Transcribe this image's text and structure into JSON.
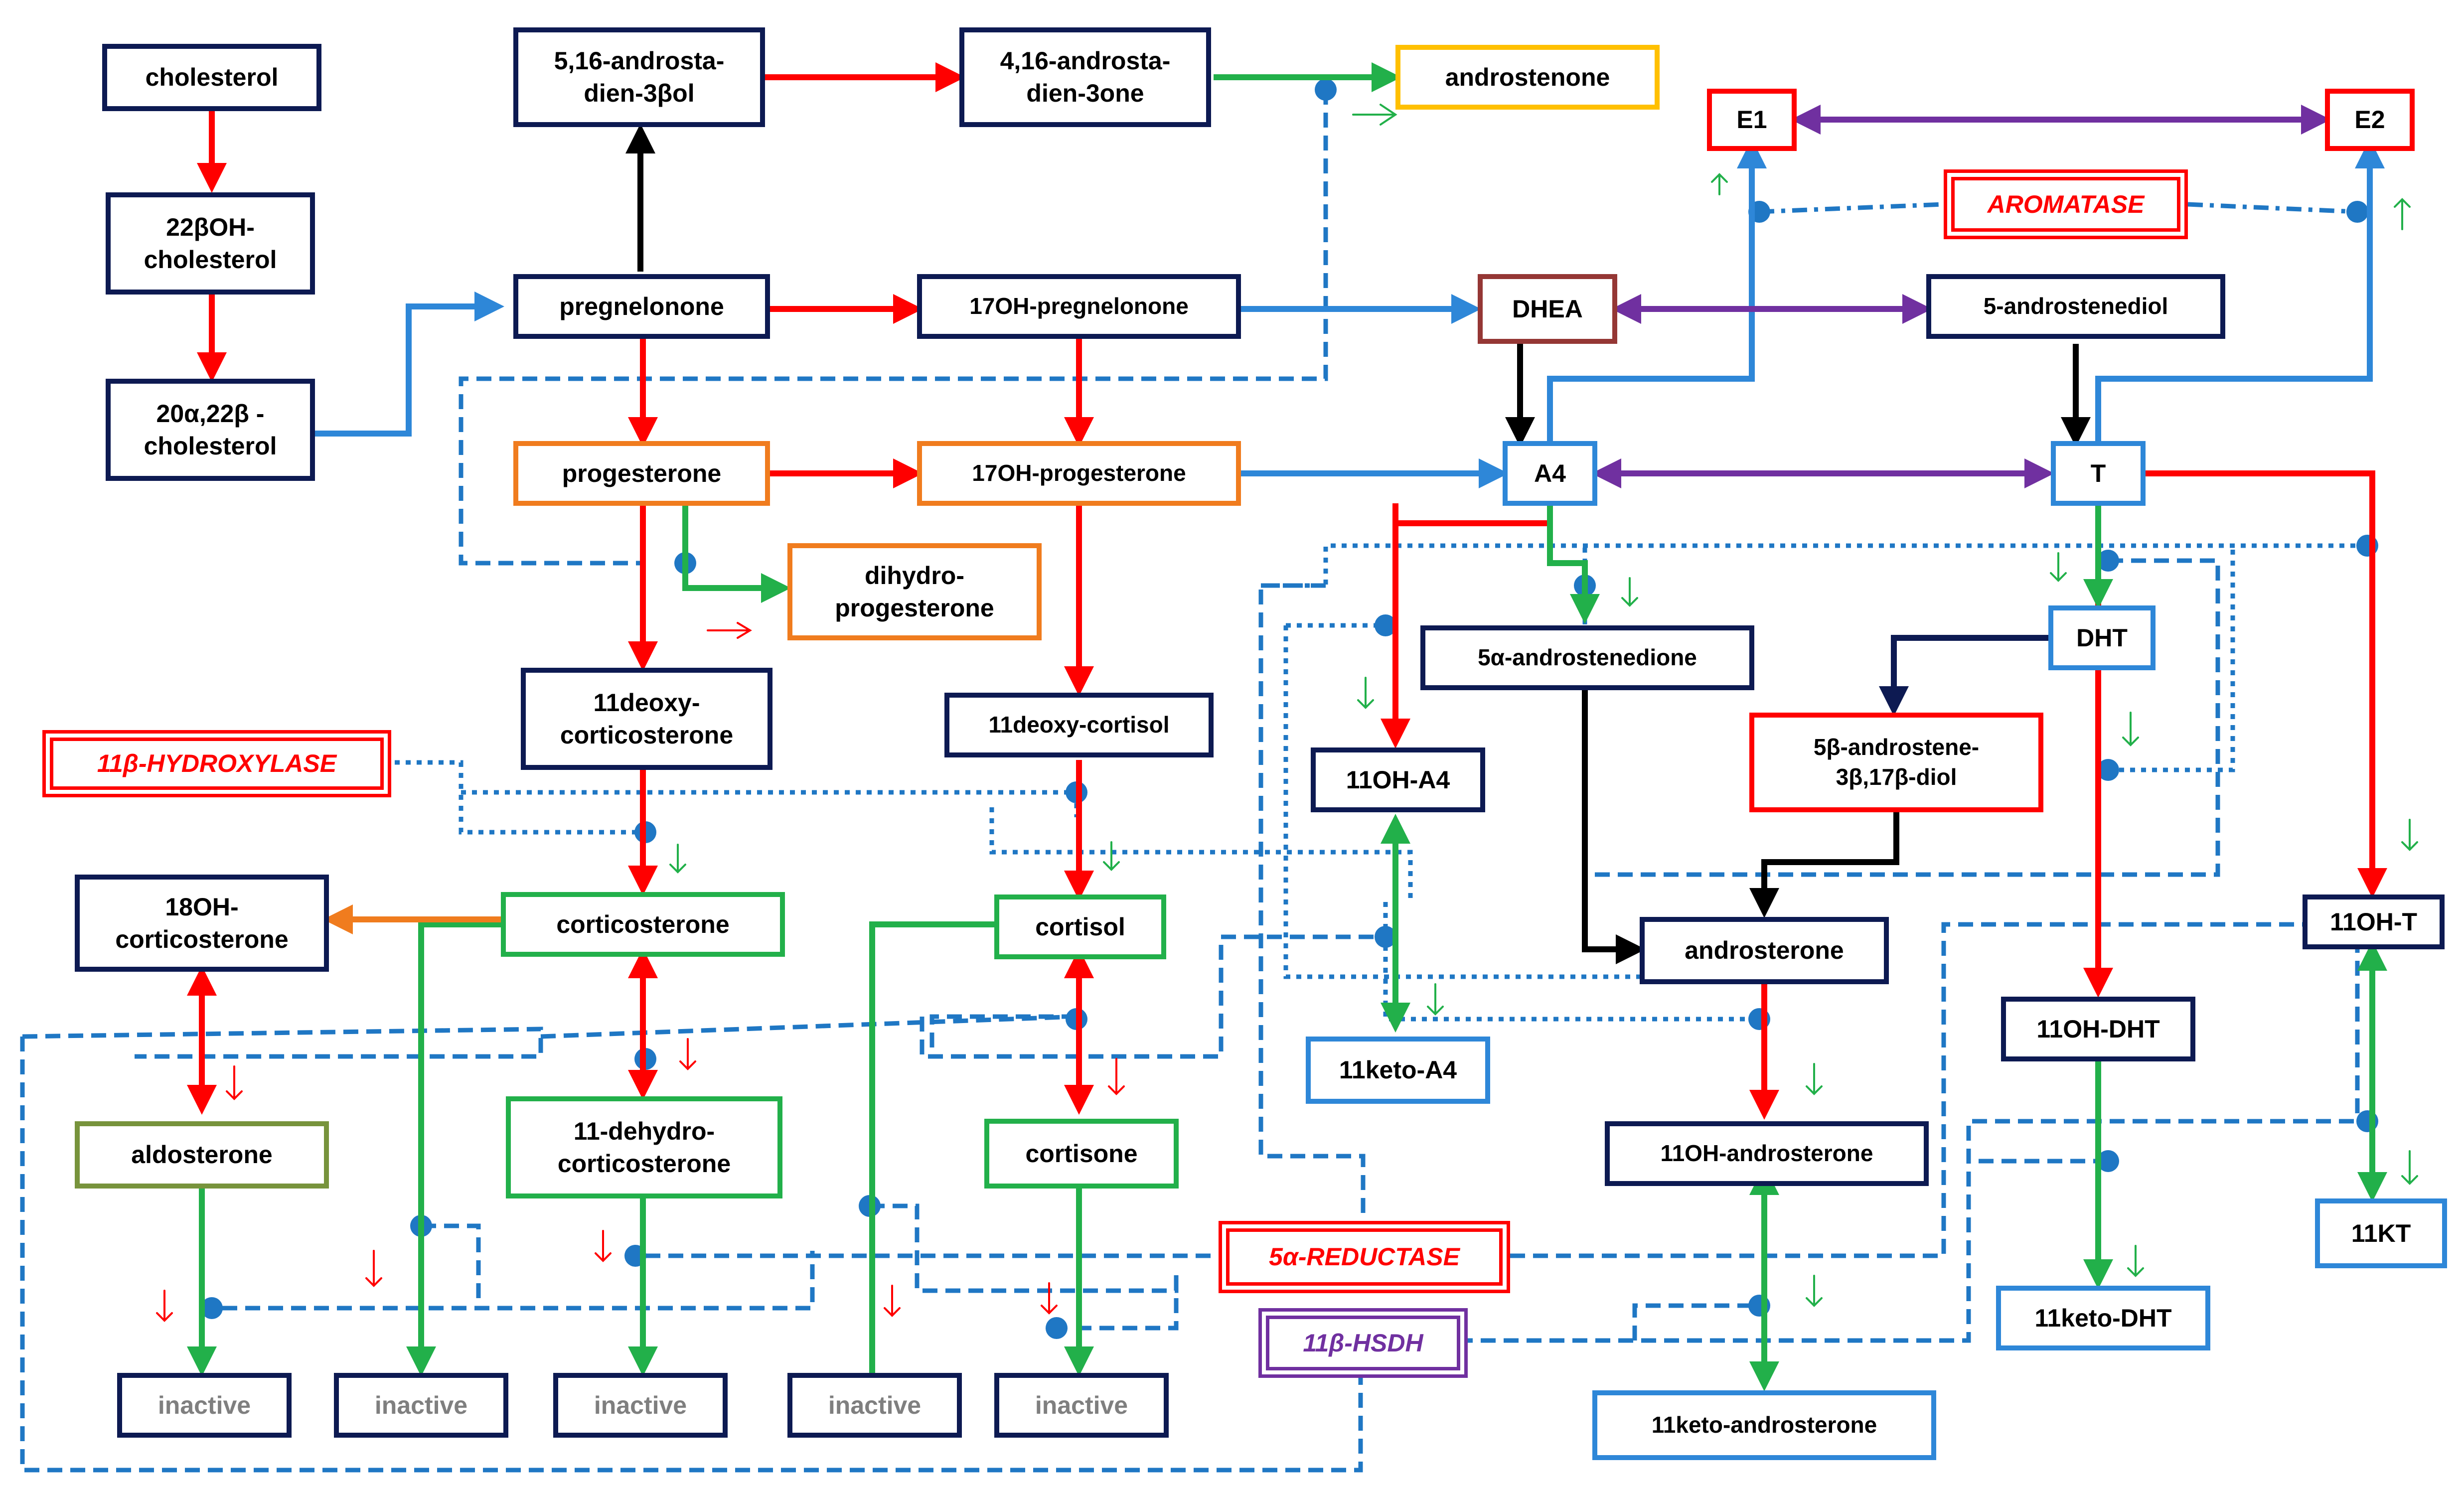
{
  "nodes": [
    {
      "id": "cholesterol",
      "label": "cholesterol",
      "color": "#0d1a52"
    },
    {
      "id": "hydroxycholesterol-22",
      "label": "22βOH-\ncholesterol",
      "color": "#0d1a52"
    },
    {
      "id": "dihydroxycholesterol",
      "label": "20α,22β -\ncholesterol",
      "color": "#0d1a52"
    },
    {
      "id": "androstadienol",
      "label": "5,16-androsta-\ndien-3βol",
      "color": "#0d1a52"
    },
    {
      "id": "androstadienone",
      "label": "4,16-androsta-\ndien-3one",
      "color": "#0d1a52"
    },
    {
      "id": "androstenone",
      "label": "androstenone",
      "color": "#ffc000"
    },
    {
      "id": "pregnelonone",
      "label": "pregnelonone",
      "color": "#0d1a52"
    },
    {
      "id": "oh17-pregnelonone",
      "label": "17OH-pregnelonone",
      "color": "#0d1a52"
    },
    {
      "id": "dhea",
      "label": "DHEA",
      "color": "#953735"
    },
    {
      "id": "androstenediol",
      "label": "5-androstenediol",
      "color": "#0d1a52"
    },
    {
      "id": "e1",
      "label": "E1",
      "color": "#ff0000"
    },
    {
      "id": "e2",
      "label": "E2",
      "color": "#ff0000"
    },
    {
      "id": "progesterone",
      "label": "progesterone",
      "color": "#f07c1e"
    },
    {
      "id": "oh17-progesterone",
      "label": "17OH-progesterone",
      "color": "#f07c1e"
    },
    {
      "id": "a4",
      "label": "A4",
      "color": "#2e87d8"
    },
    {
      "id": "t",
      "label": "T",
      "color": "#2e87d8"
    },
    {
      "id": "dihydroprogesterone",
      "label": "dihydro-\nprogesterone",
      "color": "#f07c1e"
    },
    {
      "id": "androstanedione",
      "label": "5α-androstenedione",
      "color": "#0d1a52"
    },
    {
      "id": "dht",
      "label": "DHT",
      "color": "#2e87d8"
    },
    {
      "id": "deoxycorticosterone",
      "label": "11deoxy-\ncorticosterone",
      "color": "#0d1a52"
    },
    {
      "id": "deoxycortisol",
      "label": "11deoxy-cortisol",
      "color": "#0d1a52"
    },
    {
      "id": "oh11-a4",
      "label": "11OH-A4",
      "color": "#0d1a52"
    },
    {
      "id": "androstenediol-5b",
      "label": "5β-androstene-\n3β,17β-diol",
      "color": "#ff0000"
    },
    {
      "id": "corticosterone",
      "label": "corticosterone",
      "color": "#22b04a"
    },
    {
      "id": "cortisol",
      "label": "cortisol",
      "color": "#22b04a"
    },
    {
      "id": "oh18-corticosterone",
      "label": "18OH-\ncorticosterone",
      "color": "#0d1a52"
    },
    {
      "id": "androsterone",
      "label": "androsterone",
      "color": "#0d1a52"
    },
    {
      "id": "oh11-t",
      "label": "11OH-T",
      "color": "#0d1a52"
    },
    {
      "id": "keto11-a4",
      "label": "11keto-A4",
      "color": "#2e87d8"
    },
    {
      "id": "oh11-dht",
      "label": "11OH-DHT",
      "color": "#0d1a52"
    },
    {
      "id": "aldosterone",
      "label": "aldosterone",
      "color": "#77933c"
    },
    {
      "id": "dehydrocorticosterone",
      "label": "11-dehydro-\ncorticosterone",
      "color": "#22b04a"
    },
    {
      "id": "cortisone",
      "label": "cortisone",
      "color": "#22b04a"
    },
    {
      "id": "oh11-androsterone",
      "label": "11OH-androsterone",
      "color": "#0d1a52"
    },
    {
      "id": "keto11",
      "label": "11KT",
      "color": "#2e87d8"
    },
    {
      "id": "keto11-dht",
      "label": "11keto-DHT",
      "color": "#2e87d8"
    },
    {
      "id": "keto11-androsterone",
      "label": "11keto-androsterone",
      "color": "#2e87d8"
    },
    {
      "id": "inactive-1",
      "label": "inactive",
      "color": "#0d1a52"
    },
    {
      "id": "inactive-2",
      "label": "inactive",
      "color": "#0d1a52"
    },
    {
      "id": "inactive-3",
      "label": "inactive",
      "color": "#0d1a52"
    },
    {
      "id": "inactive-4",
      "label": "inactive",
      "color": "#0d1a52"
    },
    {
      "id": "inactive-5",
      "label": "inactive",
      "color": "#0d1a52"
    }
  ],
  "enzymes": [
    {
      "id": "hydroxylase",
      "label": "11β-HYDROXYLASE",
      "color": "#ff0000"
    },
    {
      "id": "aromatase",
      "label": "AROMATASE",
      "color": "#ff0000"
    },
    {
      "id": "reductase",
      "label": "5α-REDUCTASE",
      "color": "#ff0000"
    },
    {
      "id": "hsdh",
      "label": "11β-HSDH",
      "color": "#7030a0"
    }
  ],
  "edge_colors": {
    "red": "#ff0000",
    "blue": "#2e87d8",
    "green": "#22b04a",
    "black": "#000000",
    "purple": "#7030a0",
    "orange": "#f07c1e",
    "dash": "#1f77c4"
  }
}
